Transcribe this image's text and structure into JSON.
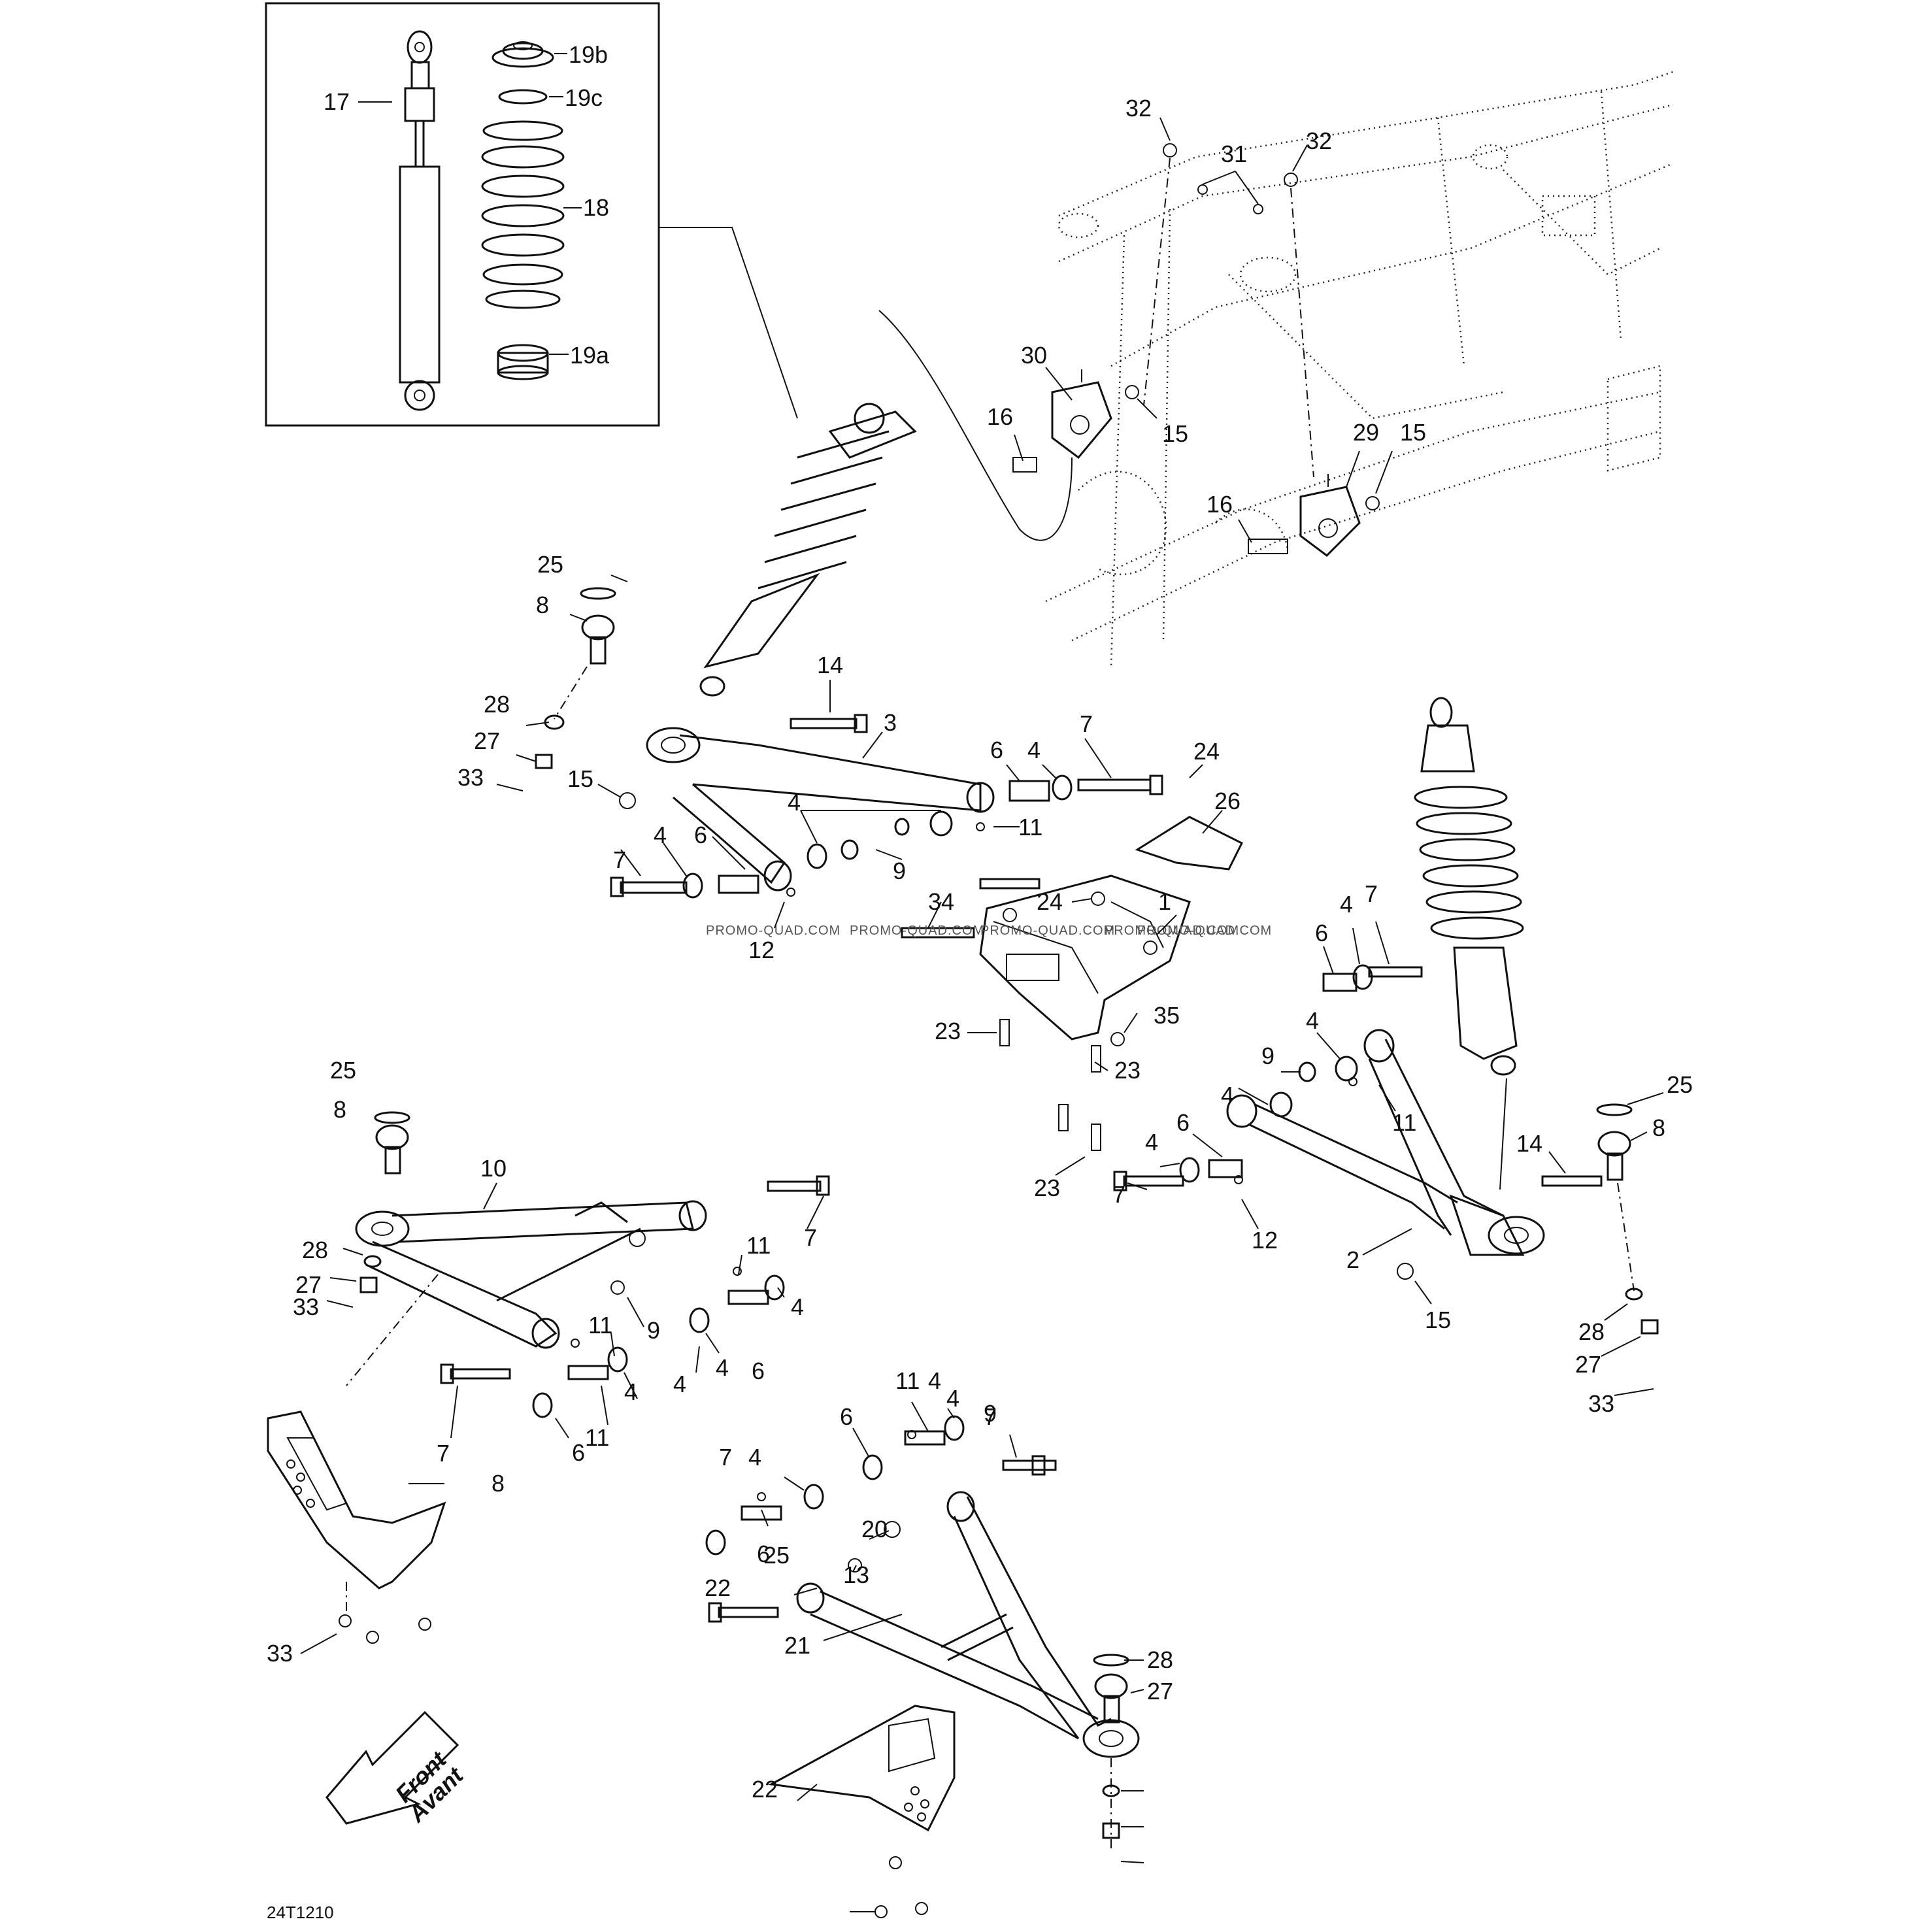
{
  "figure_ref": "24T1210",
  "watermarks": [
    "PROMO-QUAD.COM",
    "PROMO-QUAD.COM",
    "PROMO-QUAD.COM",
    "PROMO-QUAD.COM",
    "PROMO-QUAD.COM"
  ],
  "direction": {
    "line1": "Front",
    "line2": "Avant"
  },
  "callouts": [
    "17",
    "19b",
    "19c",
    "18",
    "19a",
    "32",
    "31",
    "32",
    "30",
    "16",
    "15",
    "29",
    "15",
    "16",
    "25",
    "8",
    "14",
    "3",
    "7",
    "6",
    "4",
    "24",
    "26",
    "28",
    "27",
    "33",
    "15",
    "4",
    "11",
    "4",
    "6",
    "9",
    "7",
    "12",
    "34",
    "24",
    "1",
    "6",
    "4",
    "7",
    "23",
    "35",
    "23",
    "4",
    "9",
    "4",
    "11",
    "6",
    "4",
    "14",
    "25",
    "8",
    "23",
    "7",
    "12",
    "2",
    "15",
    "28",
    "27",
    "33",
    "25",
    "8",
    "10",
    "7",
    "11",
    "28",
    "27",
    "33",
    "9",
    "11",
    "4",
    "6",
    "4",
    "4",
    "6",
    "7",
    "4",
    "11",
    "4",
    "7",
    "6",
    "11",
    "4",
    "9",
    "4",
    "6",
    "20",
    "7",
    "13",
    "25",
    "8",
    "22",
    "21",
    "28",
    "27",
    "33",
    "22"
  ]
}
